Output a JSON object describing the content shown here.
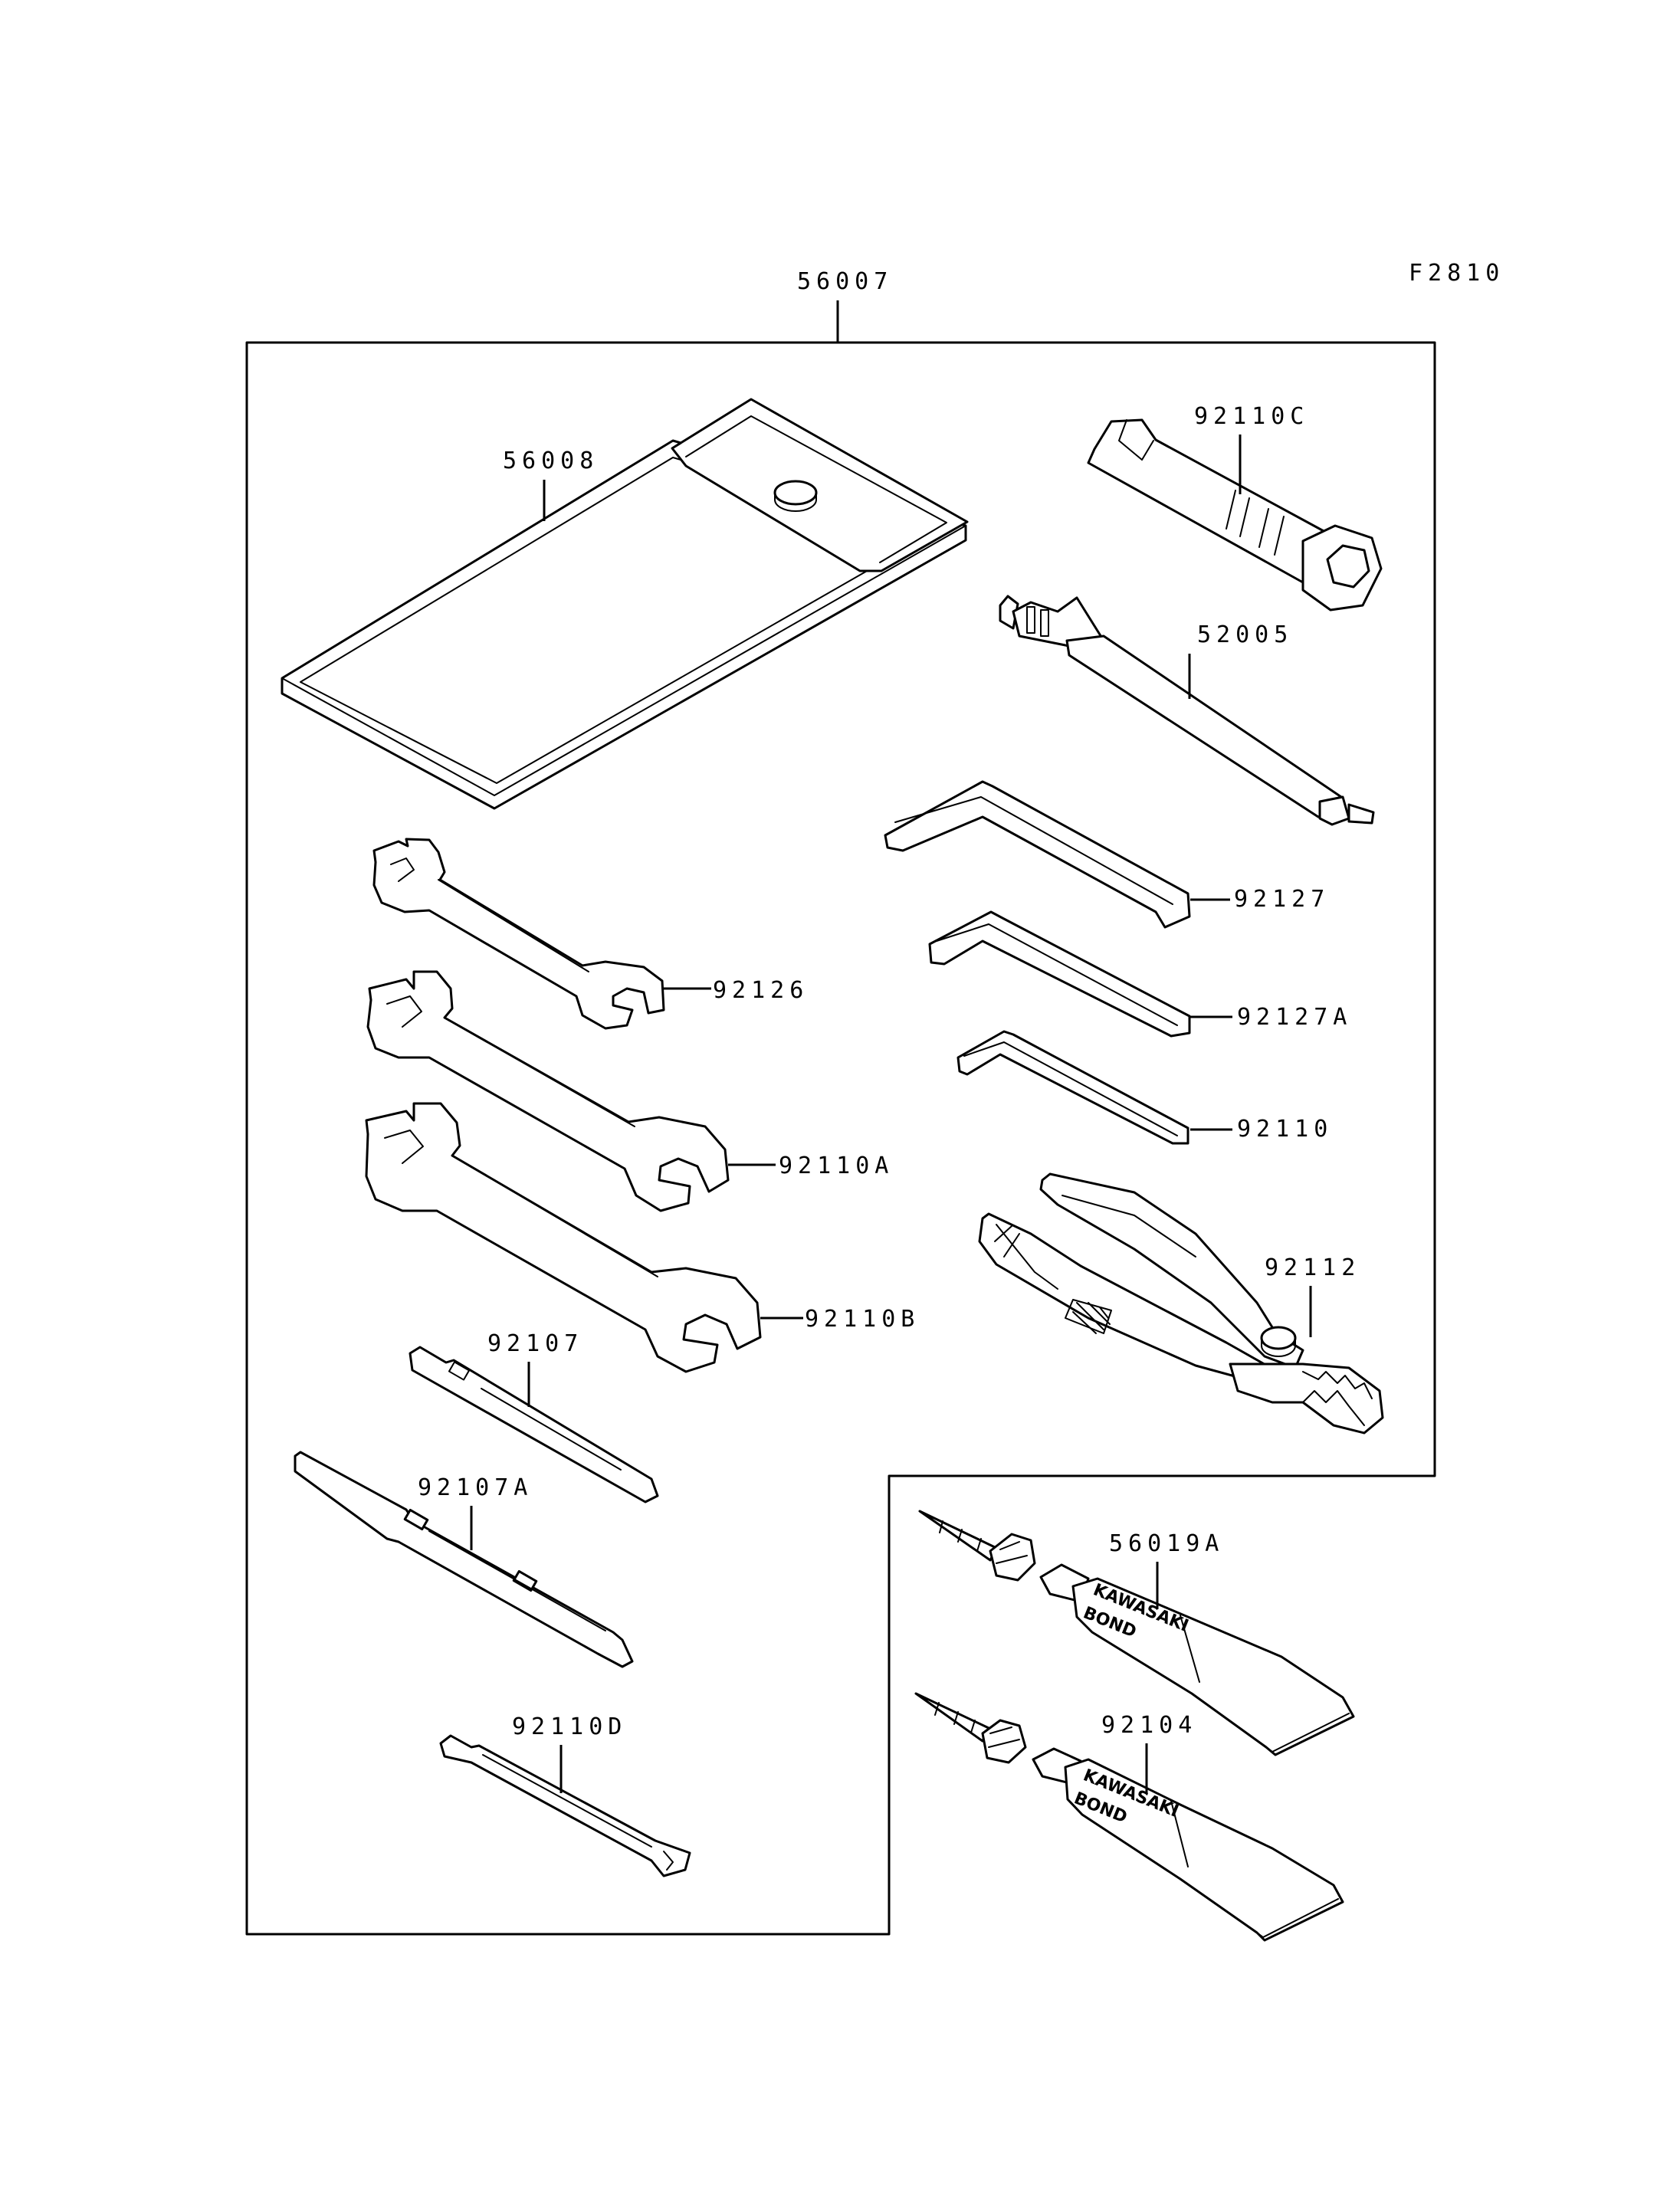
{
  "figure_code": "F2810",
  "parts": {
    "kit": "56007",
    "tool_bag": "56008",
    "plug_wrench": "92110C",
    "pump_hose": "52005",
    "hex_key_large": "92127",
    "hex_key_medium": "92127A",
    "hex_key_small": "92110",
    "pliers": "92112",
    "wrench_small": "92126",
    "wrench_medium": "92110A",
    "wrench_large": "92110B",
    "screwdriver_bit": "92107",
    "screwdriver_handle": "92107A",
    "spoke_wrench": "92110D",
    "bond_tube_a": "56019A",
    "bond_tube_b": "92104"
  },
  "tube_print": {
    "brand": "KAWASAKI",
    "product": "BOND"
  }
}
